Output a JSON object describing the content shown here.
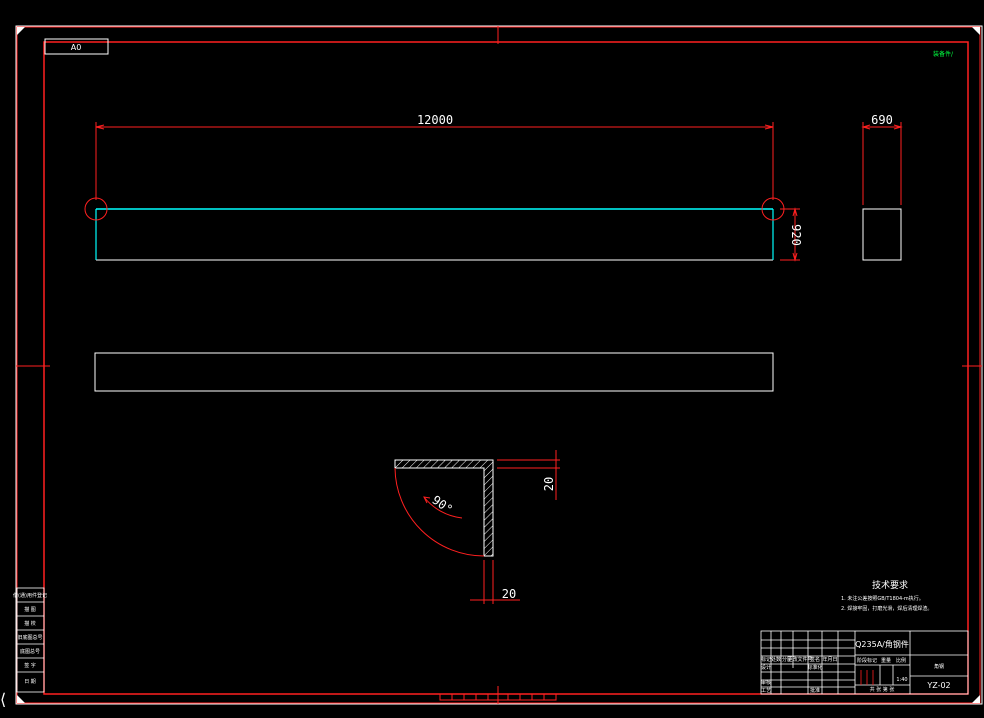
{
  "sheet": {
    "size_label": "A0",
    "corner_note": "装备件/"
  },
  "dimensions": {
    "length": "12000",
    "width_side": "690",
    "height": "920",
    "angle": "90°",
    "flange_top": "20",
    "flange_bottom": "20"
  },
  "tech_requirements": {
    "title": "技术要求",
    "line1": "1. 未注公差按照GB/T1804-m执行。",
    "line2": "2. 焊接牢固，打磨光滑，焊后清理焊渣。"
  },
  "title_block": {
    "material": "Q235A/角钢件",
    "drawing_number": "YZ-02",
    "part_name": "角钢",
    "row_labels": [
      "标记",
      "处数",
      "分区",
      "更改文件号",
      "签名",
      "年月日"
    ],
    "sign_labels": [
      "设计",
      "审核",
      "工艺",
      "批准",
      "标准化"
    ],
    "stage_labels": [
      "阶段标记",
      "重量",
      "比例"
    ],
    "scale": "1:40",
    "sheet_info": "共 张 第 张"
  },
  "side_table": {
    "rows": [
      "借(通)用件登记",
      "描 图",
      "描 校",
      "旧底图总号",
      "底图总号",
      "签 字",
      "日 期"
    ]
  }
}
